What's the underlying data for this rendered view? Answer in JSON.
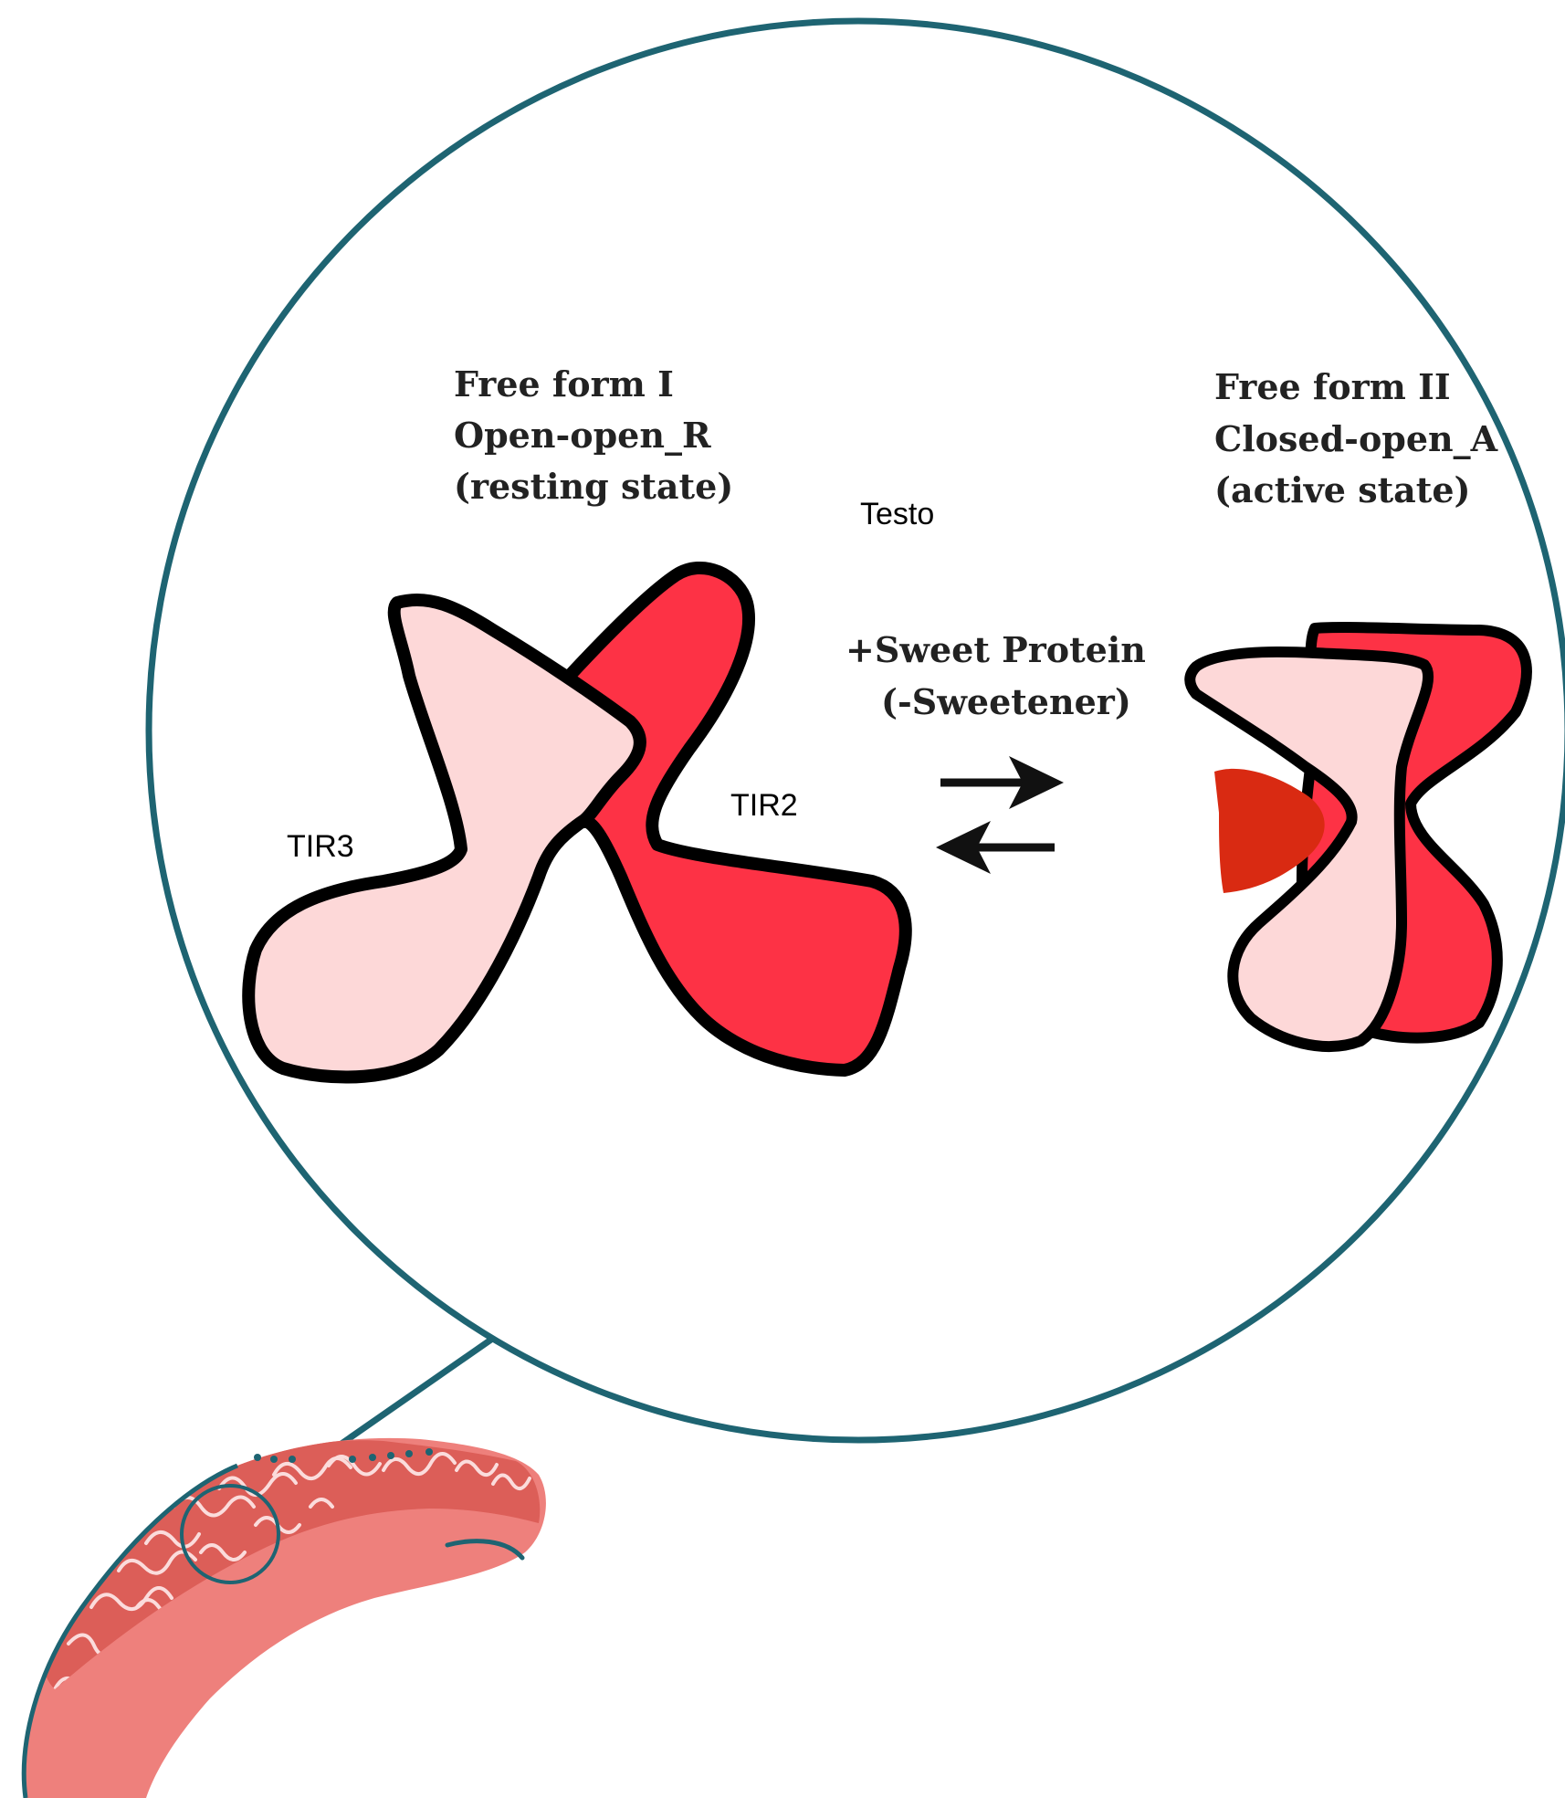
{
  "form1": {
    "line1": "Free form I",
    "line2": "Open-open_R",
    "line3": "(resting state)"
  },
  "form2": {
    "line1": "Free form II",
    "line2": "Closed-open_A",
    "line3": "(active state)"
  },
  "center": {
    "testo": "Testo",
    "line1": "+Sweet Protein",
    "line2": "(-Sweetener)"
  },
  "labels": {
    "tir3": "TIR3",
    "tir2": "TIR2"
  },
  "colors": {
    "circle_stroke": "#1e6472",
    "light_pink": "#fdd8d8",
    "red": "#fd3245",
    "dark_red": "#d92a12",
    "tongue_base": "#ee807c",
    "tongue_top": "#dc5e58",
    "papillae": "#fbdcdc"
  }
}
